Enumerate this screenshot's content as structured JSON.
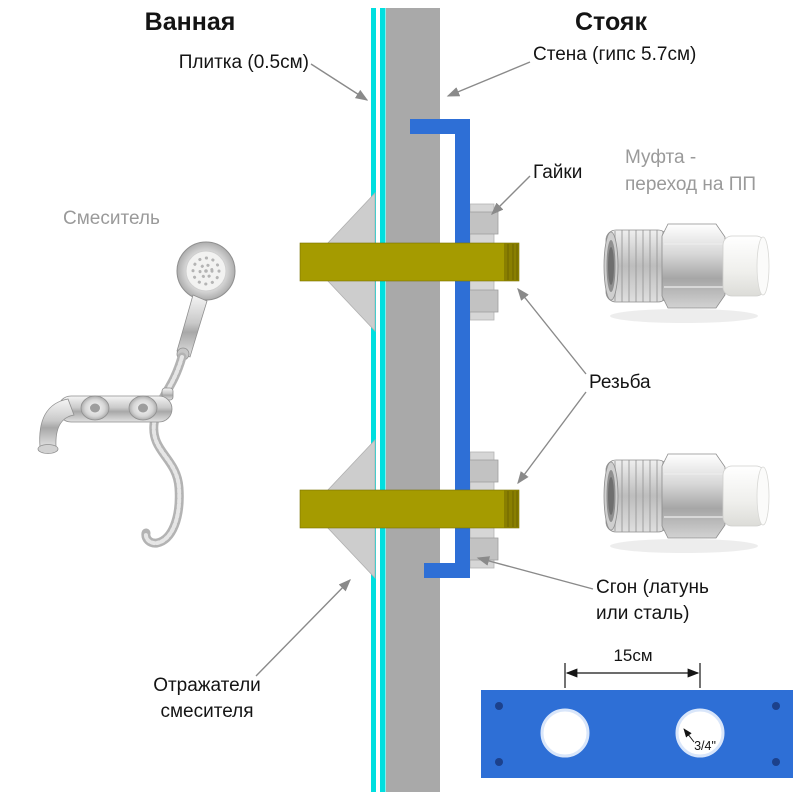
{
  "titles": {
    "bathroom": "Ванная",
    "riser": "Стояк"
  },
  "labels": {
    "tile": "Плитка (0.5см)",
    "wall": "Стена (гипс 5.7см)",
    "mixer": "Смеситель",
    "nuts": "Гайки",
    "coupling_line1": "Муфта -",
    "coupling_line2": "переход на ПП",
    "thread": "Резьба",
    "union_line1": "Сгон (латунь",
    "union_line2": "или сталь)",
    "reflectors_line1": "Отражатели",
    "reflectors_line2": "смесителя"
  },
  "plate": {
    "spacing": "15см",
    "hole_size": "3/4\""
  },
  "colors": {
    "wall_gray": "#a9a9a9",
    "tile_cyan": "#00dfdf",
    "pipe_blue": "#2e6fd6",
    "brass_yellow": "#a59b00",
    "brass_dark": "#897f00",
    "label_gray": "#9a9a9a",
    "arrow_gray": "#8a8a8a",
    "plate_blue": "#2e6fd6"
  }
}
